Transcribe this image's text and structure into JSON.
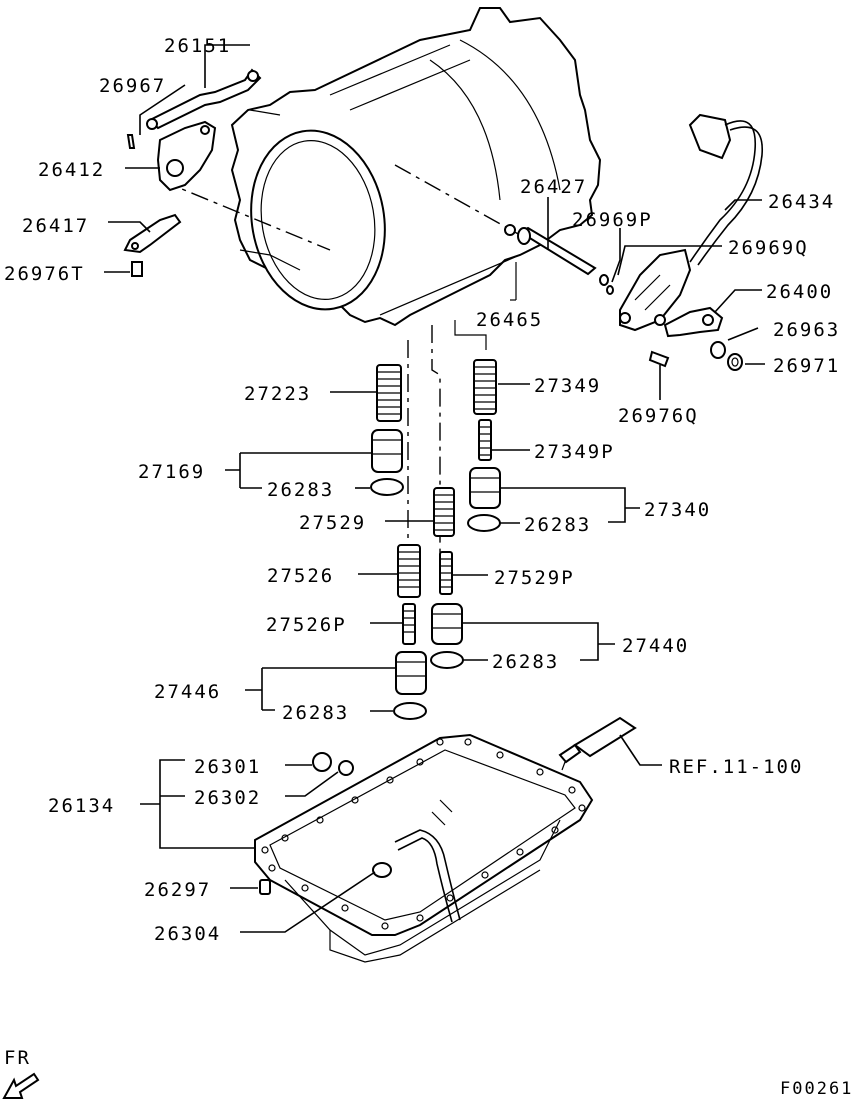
{
  "diagram": {
    "labels": {
      "p26151": "26151",
      "p26967": "26967",
      "p26412": "26412",
      "p26417": "26417",
      "p26976T": "26976T",
      "p26427": "26427",
      "p26969P": "26969P",
      "p26434": "26434",
      "p26969Q": "26969Q",
      "p26400": "26400",
      "p26963": "26963",
      "p26971": "26971",
      "p26465": "26465",
      "p26976Q": "26976Q",
      "p27223": "27223",
      "p27349": "27349",
      "p27349P": "27349P",
      "p27169": "27169",
      "p26283a": "26283",
      "p27340": "27340",
      "p27529": "27529",
      "p26283b": "26283",
      "p27526": "27526",
      "p27529P": "27529P",
      "p27526P": "27526P",
      "p27440": "27440",
      "p26283c": "26283",
      "p27446": "27446",
      "p26283d": "26283",
      "p26301": "26301",
      "p26302": "26302",
      "p26134": "26134",
      "pREF": "REF.11-100",
      "p26297": "26297",
      "p26304": "26304",
      "fr": "FR",
      "figure_code": "F00261"
    }
  }
}
